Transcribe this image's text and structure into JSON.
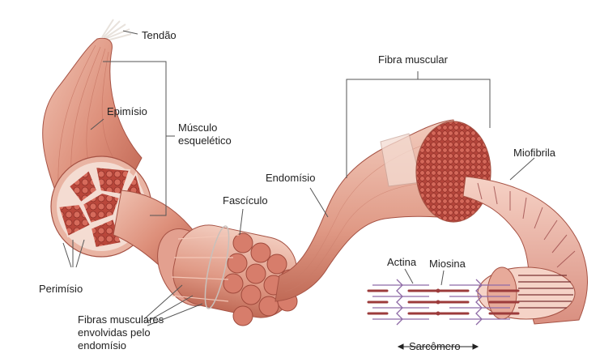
{
  "labels": {
    "tendon": "Tendão",
    "epimysium": "Epimísio",
    "skeletal_muscle_1": "Músculo",
    "skeletal_muscle_2": "esquelético",
    "perimysium": "Perimísio",
    "fascicle": "Fascículo",
    "fibers_1": "Fibras musculares",
    "fibers_2": "envolvidas pelo",
    "fibers_3": "endomísio",
    "muscle_fiber": "Fibra muscular",
    "endomysium": "Endomísio",
    "myofibril": "Miofibrila",
    "actin": "Actina",
    "myosin": "Miosina",
    "sarcomere": "Sarcômero"
  },
  "colors": {
    "muscle": "#d9826f",
    "muscle_light": "#eab5a5",
    "muscle_dark": "#b3503f",
    "fascicle_core": "#c45446",
    "sheath": "#f3d4c8",
    "leader": "#555555",
    "filament_thin": "#8e6aa6",
    "filament_thick": "#9c3b3b"
  }
}
